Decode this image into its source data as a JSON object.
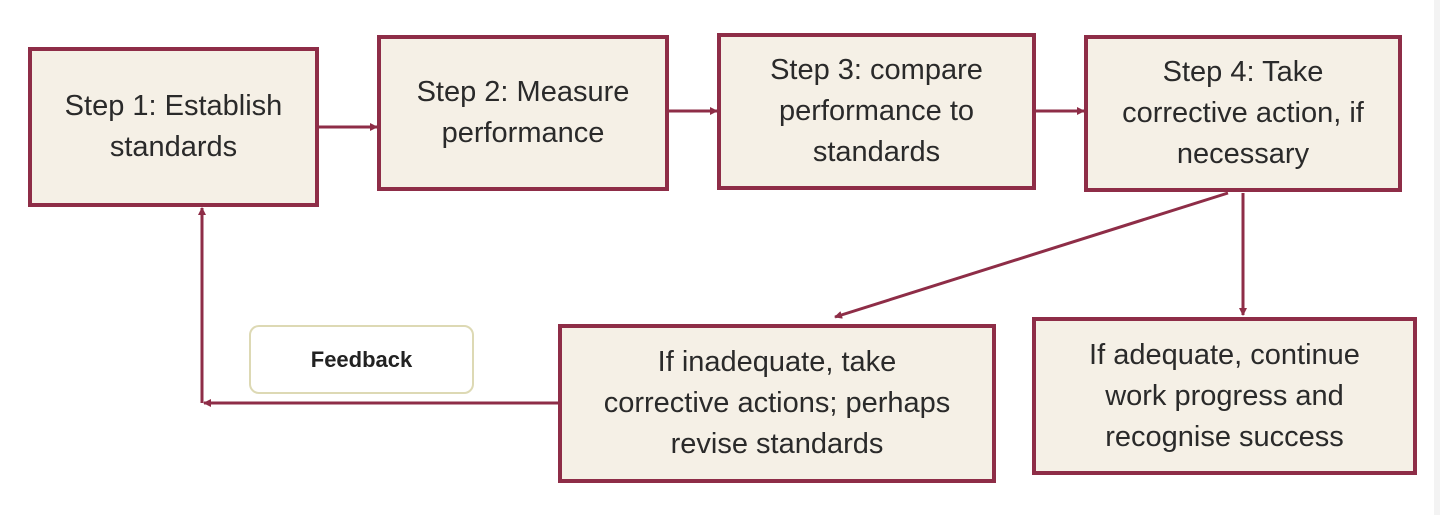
{
  "diagram": {
    "steps": [
      {
        "id": "step-1",
        "lines": [
          "Step 1: Establish",
          "standards"
        ]
      },
      {
        "id": "step-2",
        "lines": [
          "Step 2: Measure",
          "performance"
        ]
      },
      {
        "id": "step-3",
        "lines": [
          "Step 3: compare",
          "performance to",
          "standards"
        ]
      },
      {
        "id": "step-4",
        "lines": [
          "Step 4: Take",
          "corrective action, if",
          "necessary"
        ]
      }
    ],
    "outcomes": {
      "inadequate": {
        "lines": [
          "If inadequate, take",
          "corrective actions; perhaps",
          "revise standards"
        ]
      },
      "adequate": {
        "lines": [
          "If adequate, continue",
          "work progress and",
          "recognise success"
        ]
      }
    },
    "feedback_label": "Feedback"
  },
  "colors": {
    "box_fill": "#f5f0e6",
    "box_border": "#8e2d47",
    "arrow": "#8e2d47",
    "feedback_border": "#ddd9b4"
  }
}
